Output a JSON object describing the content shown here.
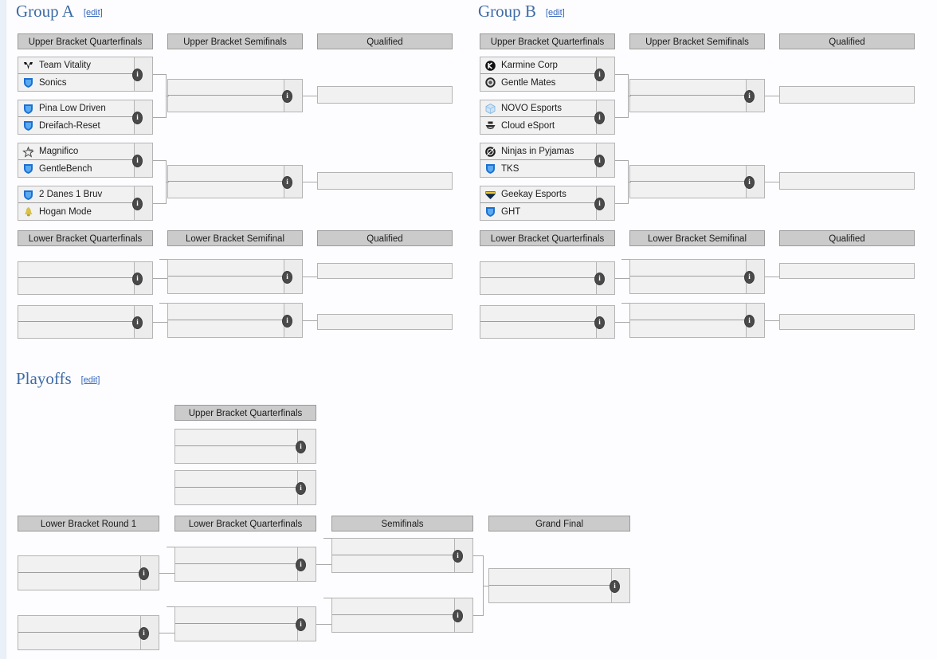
{
  "page": {
    "background": "#fdfdff",
    "heading_color": "#3e6ba5",
    "link_color": "#3366bb",
    "header_bar_color": "#cbcbcb",
    "match_box_color": "#f1f1f1",
    "connector_color": "#a8a8a8",
    "info_icon_color": "#4a4a4a"
  },
  "edit_label": "[edit]",
  "info_glyph": "i",
  "sections": [
    {
      "id": "group-a",
      "title": "Group A",
      "rounds": [
        {
          "id": "ubqf",
          "label": "Upper Bracket Quarterfinals"
        },
        {
          "id": "ubsf",
          "label": "Upper Bracket Semifinals"
        },
        {
          "id": "ubq",
          "label": "Qualified"
        },
        {
          "id": "lbqf",
          "label": "Lower Bracket Quarterfinals"
        },
        {
          "id": "lbsf",
          "label": "Lower Bracket Semifinal"
        },
        {
          "id": "lbq",
          "label": "Qualified"
        }
      ],
      "matches": [
        {
          "id": "a-ubqf1",
          "teams": [
            {
              "name": "Team Vitality",
              "logo": "vitality-logo"
            },
            {
              "name": "Sonics",
              "logo": "shield-blue-logo"
            }
          ]
        },
        {
          "id": "a-ubqf2",
          "teams": [
            {
              "name": "Pina Low Driven",
              "logo": "shield-blue-logo"
            },
            {
              "name": "Dreifach-Reset",
              "logo": "shield-blue-logo"
            }
          ]
        },
        {
          "id": "a-ubqf3",
          "teams": [
            {
              "name": "Magnifico",
              "logo": "star-outline-logo"
            },
            {
              "name": "GentleBench",
              "logo": "shield-blue-logo"
            }
          ]
        },
        {
          "id": "a-ubqf4",
          "teams": [
            {
              "name": "2 Danes 1 Bruv",
              "logo": "shield-blue-logo"
            },
            {
              "name": "Hogan Mode",
              "logo": "bell-gold-logo"
            }
          ]
        }
      ]
    },
    {
      "id": "group-b",
      "title": "Group B",
      "rounds": [
        {
          "id": "ubqf",
          "label": "Upper Bracket Quarterfinals"
        },
        {
          "id": "ubsf",
          "label": "Upper Bracket Semifinals"
        },
        {
          "id": "ubq",
          "label": "Qualified"
        },
        {
          "id": "lbqf",
          "label": "Lower Bracket Quarterfinals"
        },
        {
          "id": "lbsf",
          "label": "Lower Bracket Semifinal"
        },
        {
          "id": "lbq",
          "label": "Qualified"
        }
      ],
      "matches": [
        {
          "id": "b-ubqf1",
          "teams": [
            {
              "name": "Karmine Corp",
              "logo": "karmine-k-logo"
            },
            {
              "name": "Gentle Mates",
              "logo": "crest-circle-logo"
            }
          ]
        },
        {
          "id": "b-ubqf2",
          "teams": [
            {
              "name": "NOVO Esports",
              "logo": "cube-blue-logo"
            },
            {
              "name": "Cloud eSport",
              "logo": "cloud-dark-logo"
            }
          ]
        },
        {
          "id": "b-ubqf3",
          "teams": [
            {
              "name": "Ninjas in Pyjamas",
              "logo": "nip-logo"
            },
            {
              "name": "TKS",
              "logo": "shield-blue-logo"
            }
          ]
        },
        {
          "id": "b-ubqf4",
          "teams": [
            {
              "name": "Geekay Esports",
              "logo": "geekay-logo"
            },
            {
              "name": "GHT",
              "logo": "shield-blue-logo"
            }
          ]
        }
      ]
    },
    {
      "id": "playoffs",
      "title": "Playoffs",
      "rounds": [
        {
          "id": "p-ubqf",
          "label": "Upper Bracket Quarterfinals"
        },
        {
          "id": "p-lbr1",
          "label": "Lower Bracket Round 1"
        },
        {
          "id": "p-lbqf",
          "label": "Lower Bracket Quarterfinals"
        },
        {
          "id": "p-sf",
          "label": "Semifinals"
        },
        {
          "id": "p-gf",
          "label": "Grand Final"
        }
      ],
      "matches": []
    }
  ]
}
